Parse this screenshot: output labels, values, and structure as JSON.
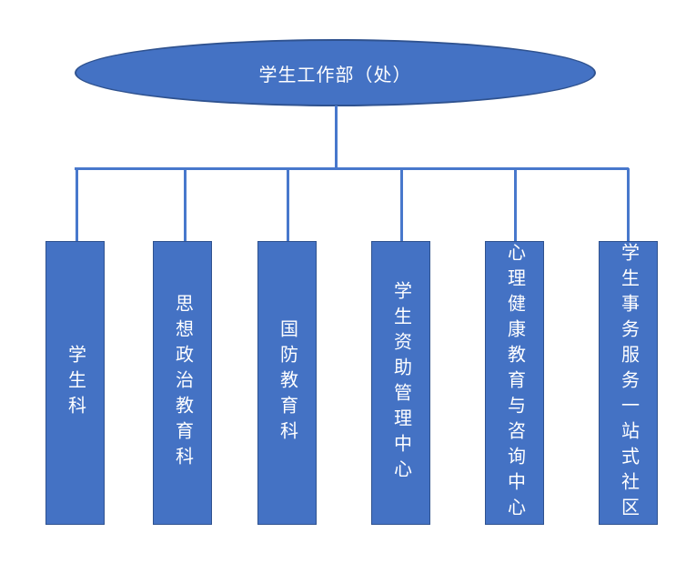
{
  "title": "学生工作部（处）",
  "departments": [
    {
      "label": "学生科"
    },
    {
      "label": "思想政治教育科"
    },
    {
      "label": "国防教育科"
    },
    {
      "label": "学生资助管理中心"
    },
    {
      "label": "心理健康教育与咨询中心"
    },
    {
      "label": "学生事务服务一站式社区"
    }
  ],
  "colors": {
    "shape_fill": "#4472C4",
    "shape_border": "#2F528F",
    "connector": "#4878CC",
    "text": "#FFFFFF",
    "background": "#FFFFFF"
  }
}
